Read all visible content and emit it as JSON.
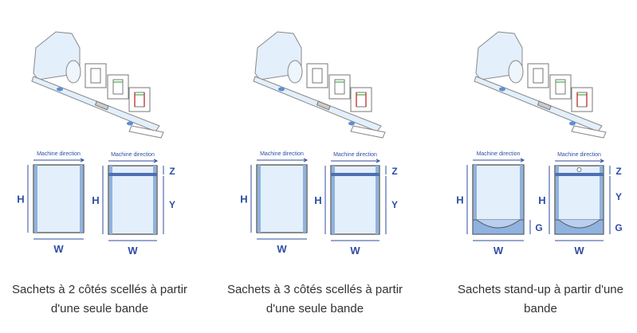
{
  "colors": {
    "blue": "#2f4ea3",
    "fill": "#e3effb",
    "seal": "#8fb2de",
    "line": "#555"
  },
  "labels": {
    "machine_direction": "Machine direction",
    "H": "H",
    "W": "W",
    "Z": "Z",
    "Y": "Y",
    "G": "G"
  },
  "panels": [
    {
      "type": "two-side",
      "caption": "Sachets à 2 côtés scellés à partir d'une seule bande"
    },
    {
      "type": "three-side",
      "caption": "Sachets à 3 côtés scellés à partir d'une seule bande"
    },
    {
      "type": "stand-up",
      "caption": "Sachets stand-up à partir d'une bande"
    }
  ]
}
